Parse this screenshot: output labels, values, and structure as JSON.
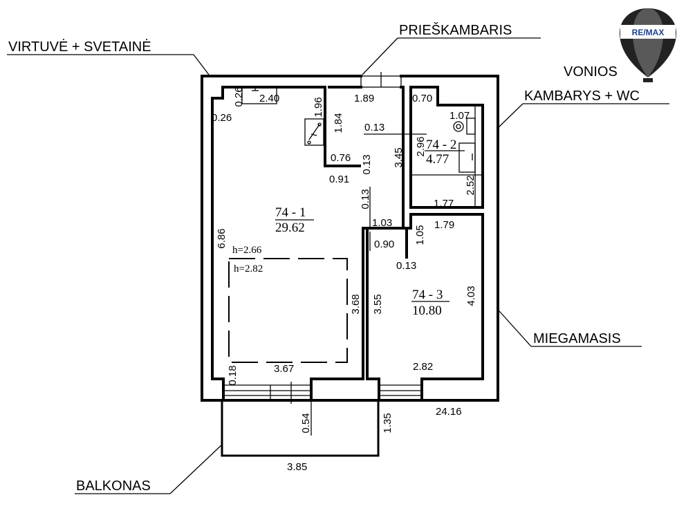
{
  "labels": {
    "kitchen_living": "VIRTUVĖ + SVETAINĖ",
    "hallway": "PRIEŠKAMBARIS",
    "bathroom_line1": "VONIOS",
    "bathroom_line2": "KAMBARYS + WC",
    "bedroom": "MIEGAMASIS",
    "balcony": "BALKONAS"
  },
  "logo": {
    "text": "RE/MAX",
    "colors": {
      "red": "#d7182a",
      "blue": "#1c3f94"
    }
  },
  "rooms": [
    {
      "number": "74 - 1",
      "area": "29.62"
    },
    {
      "number": "74 - 2",
      "area": "4.77"
    },
    {
      "number": "74 - 3",
      "area": "10.80"
    }
  ],
  "heights": [
    "h=2.66",
    "h=2.82"
  ],
  "dims": [
    "1.89",
    "0.70",
    "1.07",
    "0.13",
    "2.40",
    "0.26",
    "0.26",
    "1.96",
    "1.84",
    "0.76",
    "0.13",
    "0.91",
    "3.45",
    "2.96",
    "2.52",
    "1.77",
    "0.13",
    "1.03",
    "1.79",
    "1.05",
    "0.90",
    "0.13",
    "6.86",
    "3.68",
    "3.55",
    "4.03",
    "2.82",
    "0.18",
    "3.67",
    "0.54",
    "1.35",
    "24.16",
    "3.85"
  ]
}
